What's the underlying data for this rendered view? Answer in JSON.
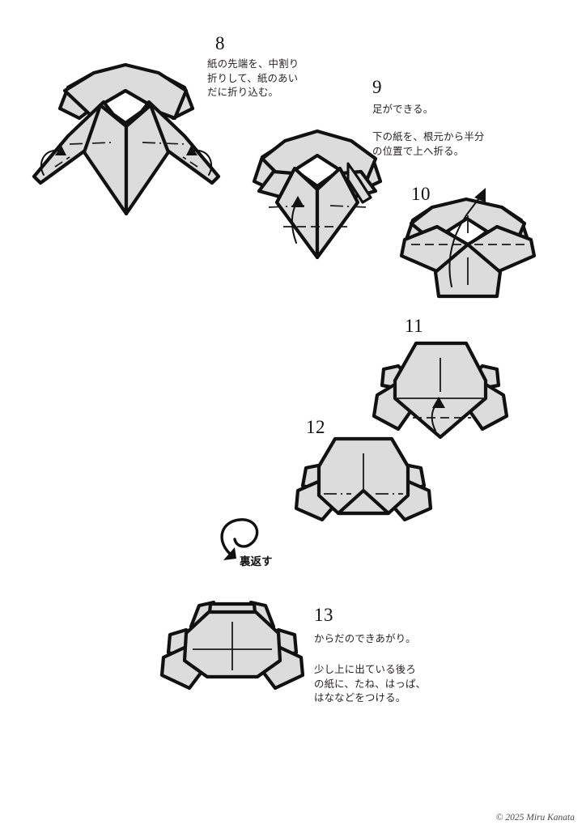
{
  "document": {
    "type": "origami-instruction-sheet",
    "background_color": "#ffffff",
    "paper_fill_color": "#dcdcdc",
    "line_color": "#111111",
    "copyright": "© 2025 Miru Kanata"
  },
  "steps": [
    {
      "number": "8",
      "caption": "紙の先端を、中割り\n折りして、紙のあい\nだに折り込む。",
      "diagram_name": "origami-diagram-step-8"
    },
    {
      "number": "9",
      "caption": "足ができる。",
      "caption2": "下の紙を、根元から半分\nの位置で上へ折る。",
      "diagram_name": "origami-diagram-step-9"
    },
    {
      "number": "10",
      "caption": "",
      "diagram_name": "origami-diagram-step-10"
    },
    {
      "number": "11",
      "caption": "",
      "diagram_name": "origami-diagram-step-11"
    },
    {
      "number": "12",
      "caption": "",
      "diagram_name": "origami-diagram-step-12"
    },
    {
      "number": "13",
      "caption": "からだのできあがり。",
      "caption2": "少し上に出ている後ろ\nの紙に、たね、はっぱ、\nはななどをつける。",
      "diagram_name": "origami-diagram-step-13"
    }
  ],
  "flip_symbol": {
    "label": "裏返す",
    "icon": "turn-over-loop-arrow"
  }
}
